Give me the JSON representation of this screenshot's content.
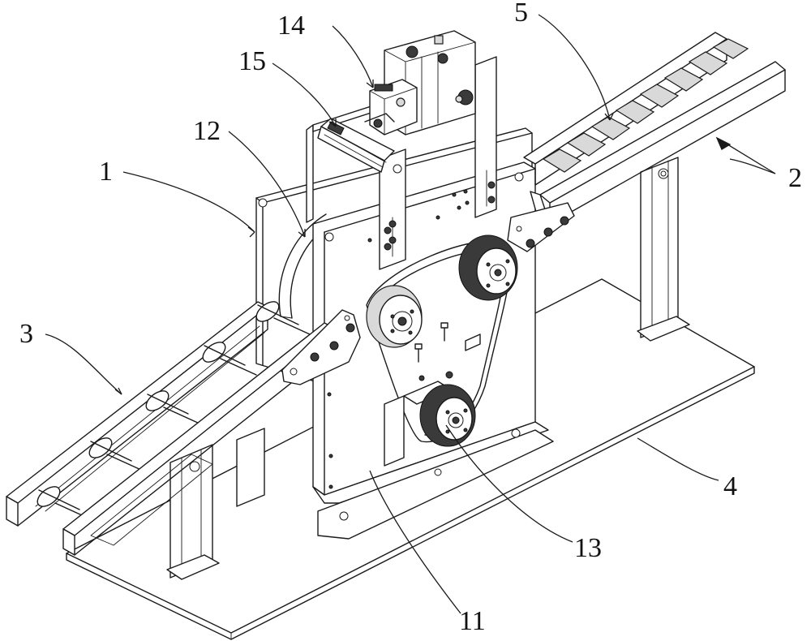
{
  "reference_numerals": {
    "n1": "1",
    "n2": "2",
    "n3": "3",
    "n4": "4",
    "n5": "5",
    "n11": "11",
    "n12": "12",
    "n13": "13",
    "n14": "14",
    "n15": "15"
  }
}
